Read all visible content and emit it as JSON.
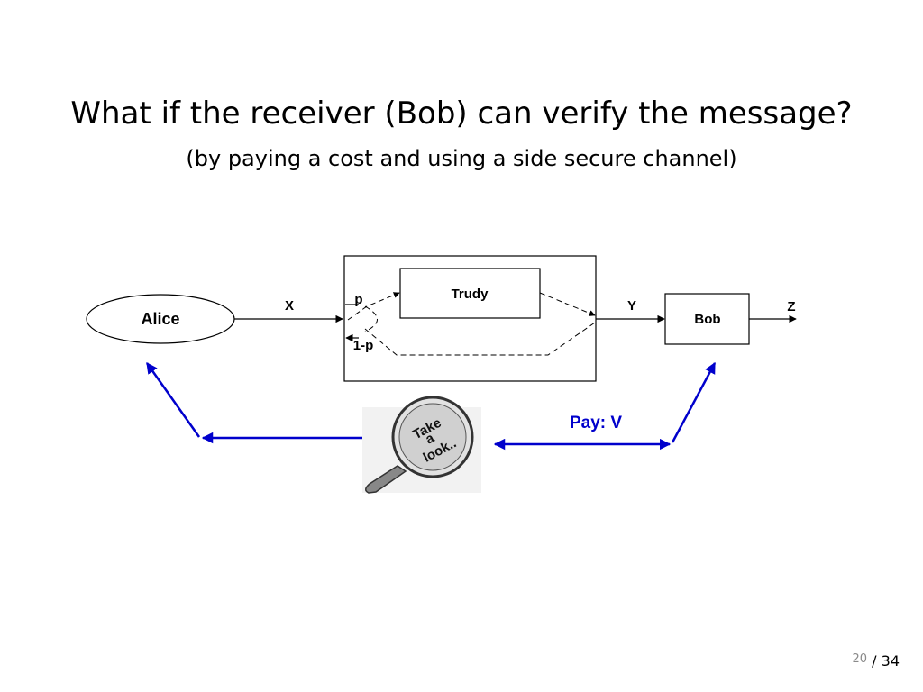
{
  "slide": {
    "title": "What if the receiver (Bob) can verify the message?",
    "subtitle": "(by paying a cost and using a side secure channel)"
  },
  "diagram": {
    "nodes": {
      "alice": "Alice",
      "trudy": "Trudy",
      "bob": "Bob"
    },
    "edge_labels": {
      "x": "X",
      "y": "Y",
      "z": "Z",
      "p": "p",
      "one_minus_p": "1-p"
    },
    "pay_label": "Pay: V",
    "magnifier_text": [
      "Take",
      "a",
      "look.."
    ],
    "colors": {
      "side_channel": "#0000cc",
      "pay_label": "#0000cc"
    }
  },
  "page": {
    "current": "20",
    "total": "/ 34"
  }
}
